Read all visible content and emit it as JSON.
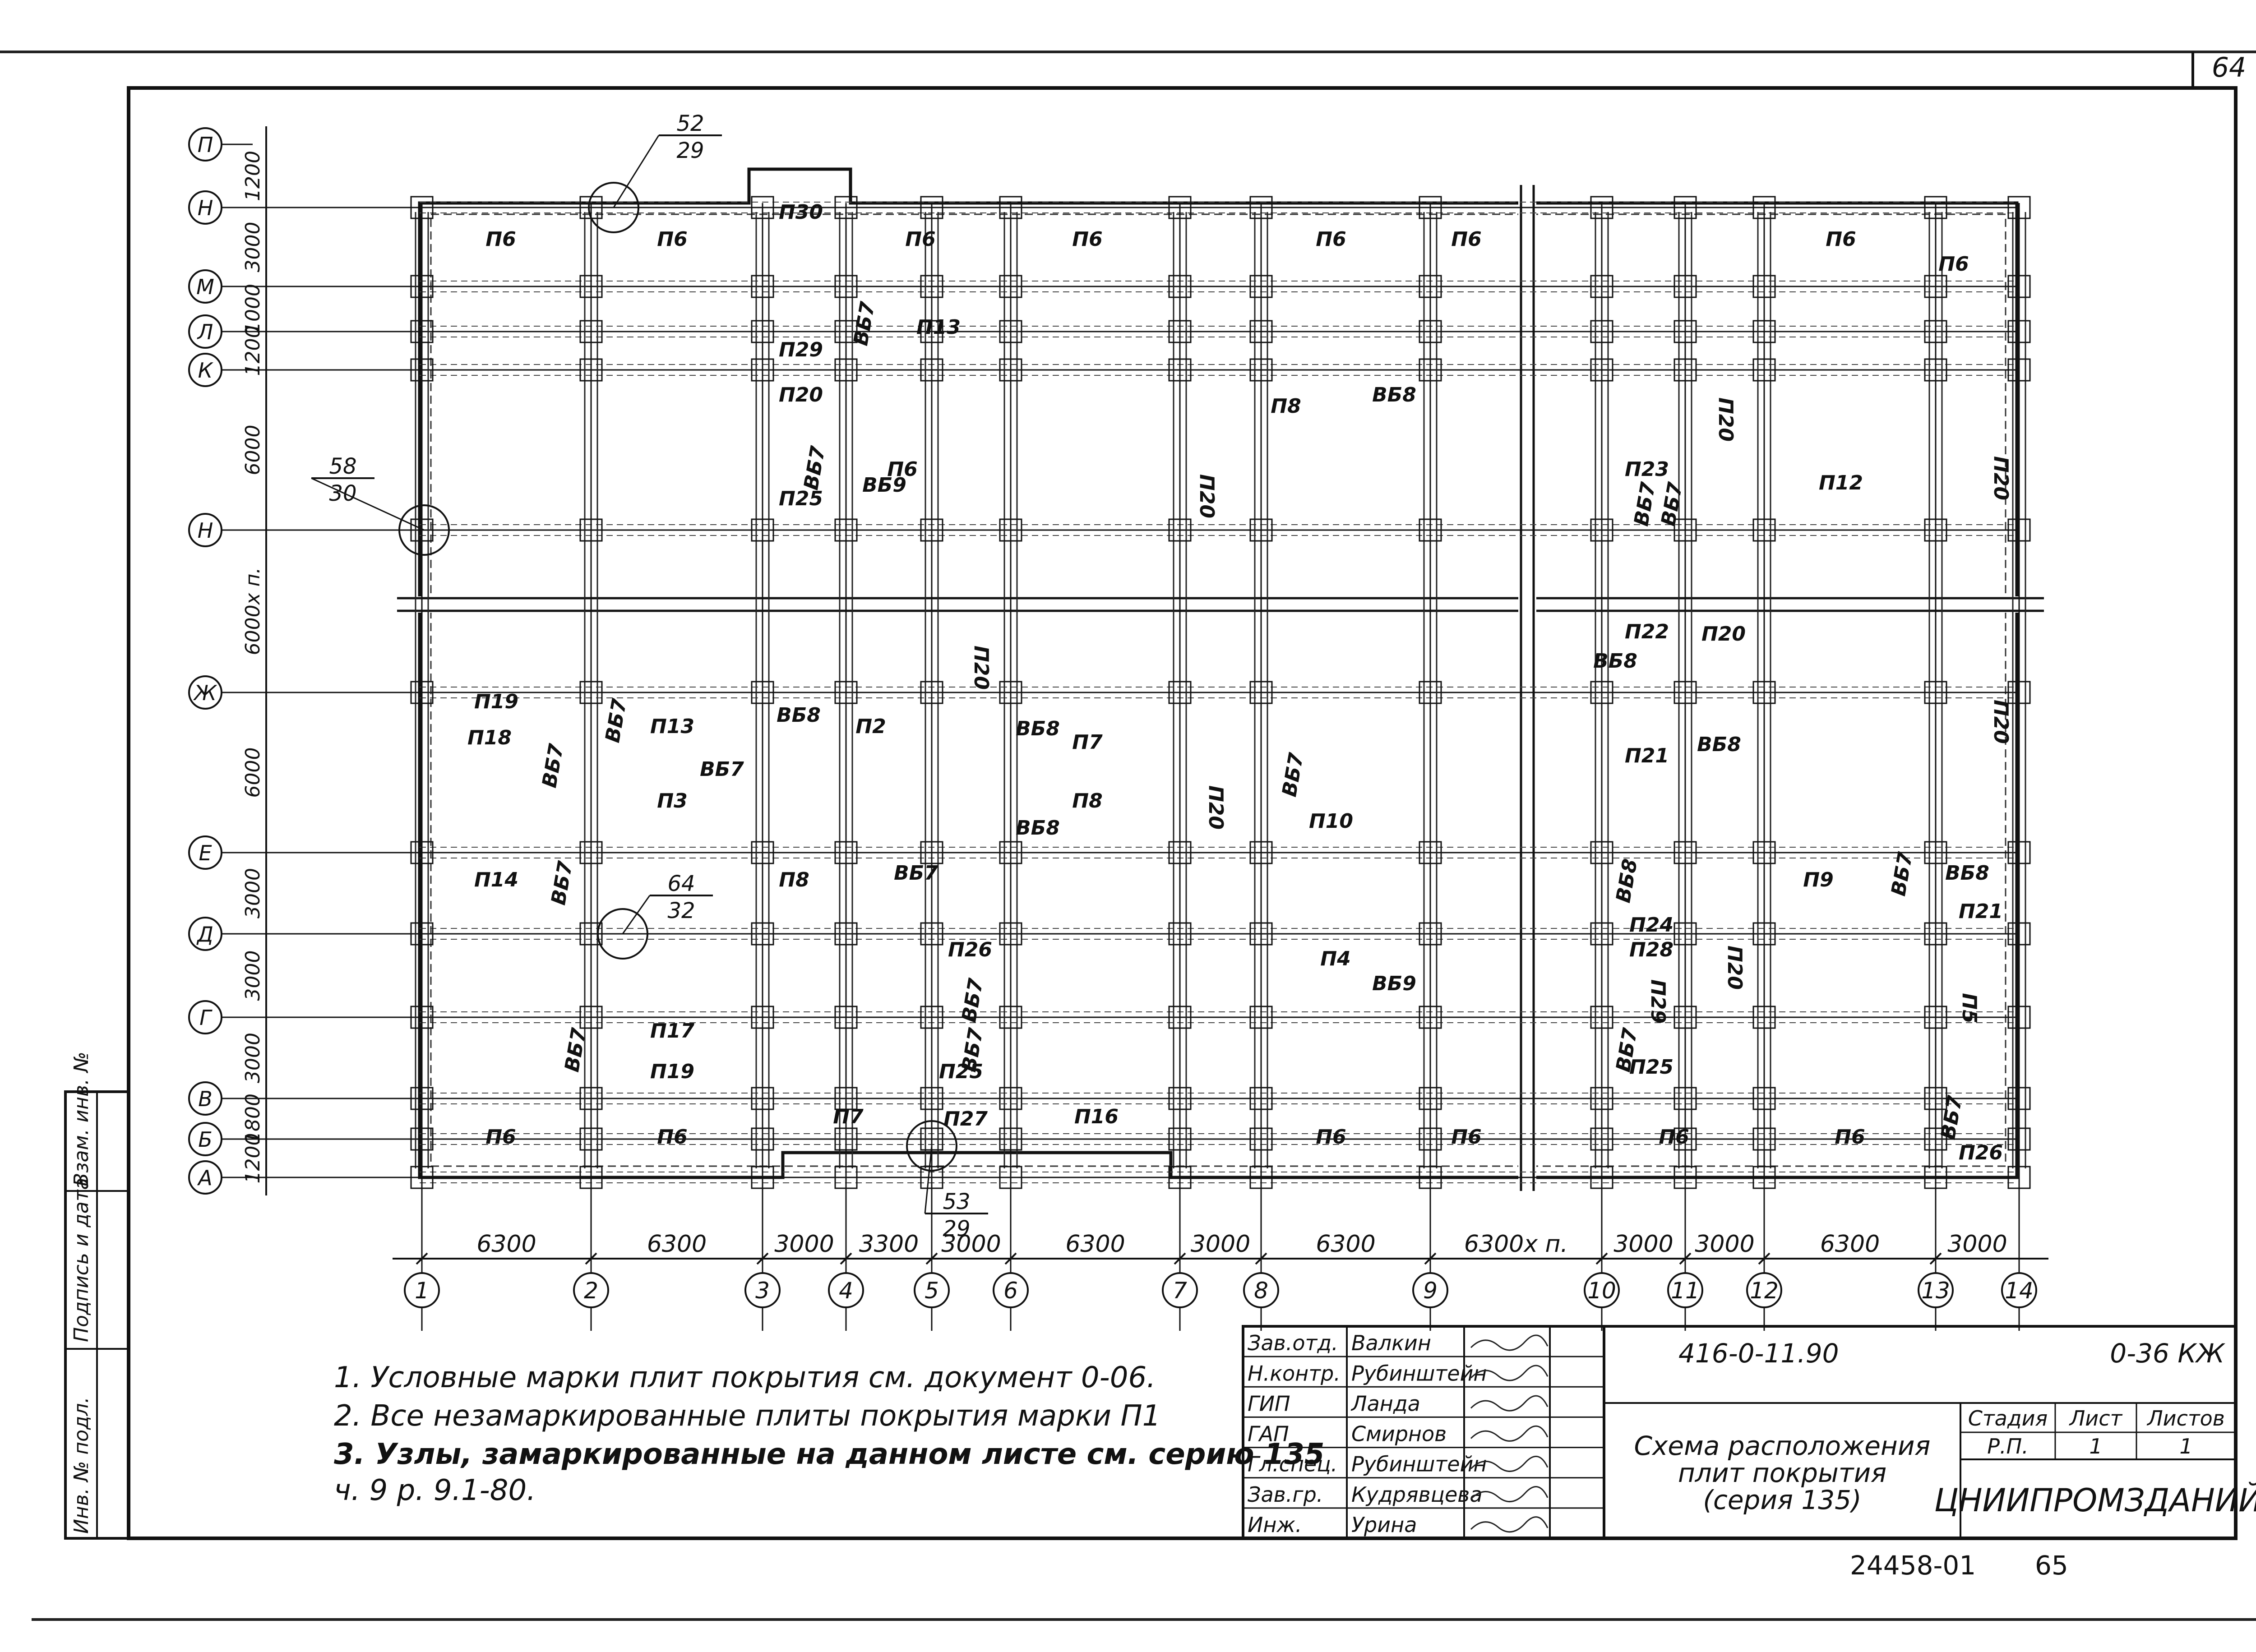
{
  "sheet_number": "64",
  "axes": {
    "columns": [
      "1",
      "2",
      "3",
      "4",
      "5",
      "6",
      "7",
      "8",
      "9",
      "10",
      "11",
      "12",
      "13",
      "14"
    ],
    "rows": [
      "П",
      "Н",
      "М",
      "Л",
      "К",
      "Н",
      "Ж",
      "Е",
      "Д",
      "Г",
      "В",
      "Б",
      "А"
    ]
  },
  "dimensions": {
    "bottom": [
      "6300",
      "6300",
      "3000",
      "3300",
      "3000",
      "6300",
      "3000",
      "6300",
      "6300х п.",
      "3000",
      "3000",
      "6300",
      "3000"
    ],
    "left": [
      "1200",
      "3000",
      "1000",
      "1200",
      "6000",
      "6000х п.",
      "6000",
      "3000",
      "3000",
      "3000",
      "1800",
      "1200"
    ]
  },
  "node_callouts": [
    {
      "top": "52",
      "bottom": "29"
    },
    {
      "top": "58",
      "bottom": "30"
    },
    {
      "top": "64",
      "bottom": "32"
    },
    {
      "top": "53",
      "bottom": "29"
    }
  ],
  "plate_labels": [
    "П6",
    "П6",
    "П30",
    "П6",
    "П6",
    "П6",
    "П6",
    "П6",
    "П6",
    "П13",
    "П29",
    "П20",
    "П6",
    "П25",
    "П8",
    "П20",
    "П23",
    "П20",
    "П12",
    "П20",
    "П19",
    "П18",
    "П13",
    "П2",
    "П7",
    "П22",
    "П20",
    "П3",
    "П8",
    "П20",
    "П10",
    "П20",
    "П21",
    "П20",
    "П14",
    "П8",
    "П9",
    "П21",
    "П26",
    "П4",
    "П24",
    "П28",
    "П29",
    "П20",
    "П5",
    "П17",
    "П19",
    "П25",
    "П7",
    "П27",
    "П16",
    "П25",
    "П6",
    "П6",
    "П6",
    "П6",
    "П6",
    "П6",
    "П26"
  ],
  "beam_labels": [
    "ВБ7",
    "ВБ7",
    "ВБ8",
    "ВБ9",
    "ВБ7",
    "ВБ7",
    "ВБ7",
    "ВБ7",
    "ВБ7",
    "ВБ8",
    "ВБ7",
    "ВБ8",
    "ВБ8",
    "ВБ8",
    "ВБ8",
    "ВБ8",
    "ВБ7",
    "ВБ7",
    "ВБ8",
    "ВБ7",
    "ВБ9",
    "ВБ7",
    "ВБ7",
    "ВБ7",
    "ВБ7",
    "ВБ7"
  ],
  "notes": [
    "1. Условные марки плит покрытия см. документ 0-06.",
    "2. Все незамаркированные плиты покрытия марки П1",
    "3. Узлы, замаркированные на данном листе см. серию 135",
    "ч. 9 р. 9.1-80."
  ],
  "side_stamp": [
    "Инв. № подл.",
    "Подпись и дата",
    "Взам. инв. №"
  ],
  "title_block": {
    "roles": [
      "Зав.отд.",
      "Н.контр.",
      "ГИП",
      "ГАП",
      "Гл.спец.",
      "Зав.гр.",
      "Инж."
    ],
    "names": [
      "Валкин",
      "Рубинштейн",
      "Ланда",
      "Смирнов",
      "Рубинштейн",
      "Кудрявцева",
      "Урина"
    ],
    "project_code": "416-0-11.90",
    "doc_code": "0-36 КЖ",
    "title_lines": [
      "Схема расположения",
      "плит покрытия",
      "(серия 135)"
    ],
    "stage_header": "Стадия",
    "sheet_header": "Лист",
    "sheets_header": "Листов",
    "stage": "Р.П.",
    "sheet": "1",
    "sheets": "1",
    "organization": "ЦНИИПРОМЗДАНИЙ"
  },
  "footer": {
    "inventory": "24458-01",
    "page": "65"
  }
}
